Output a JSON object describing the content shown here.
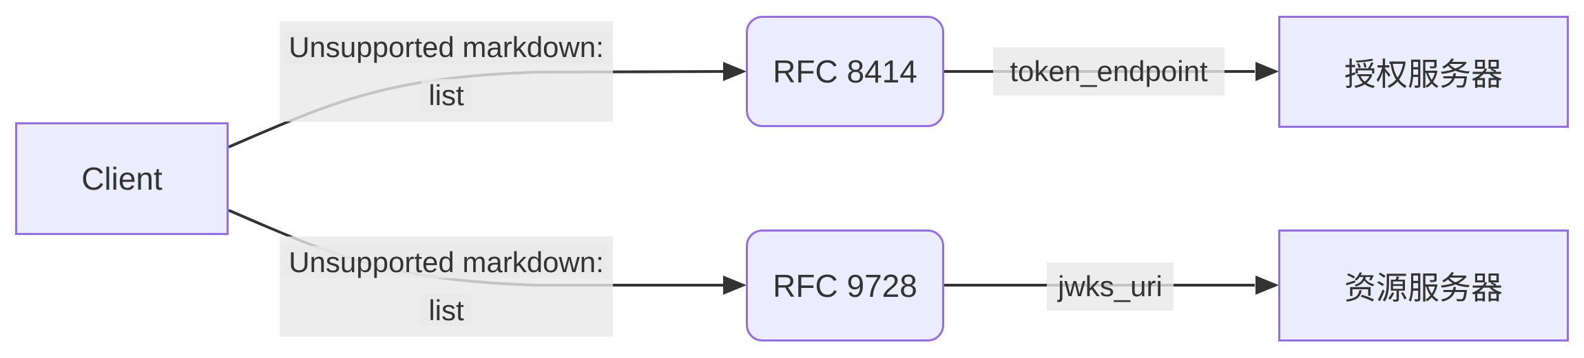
{
  "diagram": {
    "type": "flowchart-LR",
    "background": "#ffffff",
    "colors": {
      "node_fill": "#ECECFF",
      "node_border": "#9370DB",
      "edge_stroke": "#333333",
      "text": "#333333",
      "edge_label_bg": "rgba(232,232,232,0.8)"
    },
    "nodes": [
      {
        "id": "client",
        "label": "Client",
        "shape": "rect"
      },
      {
        "id": "rfc8414",
        "label": "RFC 8414",
        "shape": "rounded"
      },
      {
        "id": "rfc9728",
        "label": "RFC 9728",
        "shape": "rounded"
      },
      {
        "id": "auth_server",
        "label": "授权服务器",
        "shape": "rect"
      },
      {
        "id": "resource_server",
        "label": "资源服务器",
        "shape": "rect"
      }
    ],
    "edges": [
      {
        "from": "client",
        "to": "rfc8414",
        "label_line1": "Unsupported markdown:",
        "label_line2": "list"
      },
      {
        "from": "client",
        "to": "rfc9728",
        "label_line1": "Unsupported markdown:",
        "label_line2": "list"
      },
      {
        "from": "rfc8414",
        "to": "auth_server",
        "label": "token_endpoint"
      },
      {
        "from": "rfc9728",
        "to": "resource_server",
        "label": "jwks_uri"
      }
    ]
  }
}
